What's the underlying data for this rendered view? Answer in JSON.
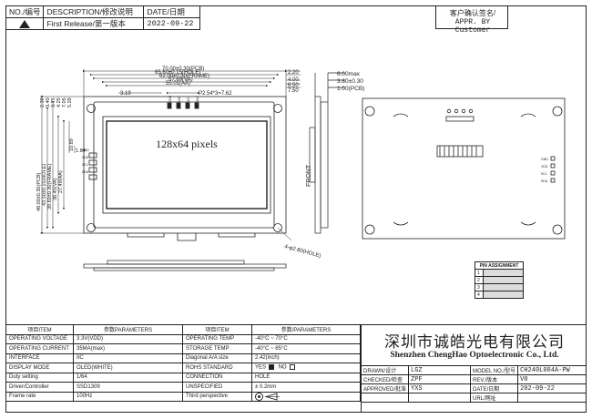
{
  "revision": {
    "headers": [
      "NO./编号",
      "DESCRIPTION/修改说明",
      "DATE/日期"
    ],
    "row": {
      "no": "",
      "description": "First Release/第一版本",
      "date": "2022-09-22"
    }
  },
  "approval": {
    "line1": "客户确认签名/",
    "line2": "APPR. BY Customer"
  },
  "drawing": {
    "panel_text": "128x64 pixels",
    "dims_top": [
      "70.00±0.30(PCB)",
      "65.60±0.15(HOLE)",
      "62.00±0.30(FRAME)",
      "57.69(VA)",
      "55.01(AA)"
    ],
    "pitch_label": "P2.54*3=7.62",
    "dim_left_small": "3.19",
    "dims_right": [
      "2.20",
      "4.00",
      "6.50",
      "7.50"
    ],
    "dims_left": [
      "48.00±0.30(PCB)",
      "43.50±0.15(HOLE)",
      "39.60±0.30(FRAME)",
      "38.45(VA)",
      "27.49(AA)"
    ],
    "dims_left_small": [
      "2.39",
      "3.40",
      "3.75",
      "4.25",
      "7.05",
      "5.28"
    ],
    "dim_1089": "10.89",
    "dim_184": "1.84",
    "hole_label": "4-φ2.80(HOLE)",
    "side_dims": [
      "6.00max",
      "3.80±0.30",
      "1.00(PCB)"
    ],
    "front_label": "FRONT",
    "pins": [
      "GND",
      "VDD",
      "SCL",
      "SDA"
    ]
  },
  "pin_assignment": {
    "title": "PIN ASSIGNMENT",
    "rows": [
      "1",
      "2",
      "3",
      "4"
    ]
  },
  "params": {
    "headers": [
      "项目ITEM",
      "参数PARAMETERS",
      "项目ITEM",
      "参数/PARAMETERS"
    ],
    "rows": [
      {
        "item1": "OPERATING VOLTAGE",
        "val1": "3.3V(VDD)",
        "item2": "OPERATING TEMP",
        "val2": "-40°C ~ 70°C"
      },
      {
        "item1": "OPERATING CURRENT",
        "val1": "35MA(max)",
        "item2": "STORAGE TEMP",
        "val2": "-40°C ~ 85°C"
      },
      {
        "item1": "INTERFACE",
        "val1": "IIC",
        "item2": "Diagonal A/A size",
        "val2": "2.42(inch)"
      },
      {
        "item1": "DISPLAY MODE",
        "val1": "OLED(WHITE)",
        "item2": "ROHS STANDARD",
        "val2": ""
      },
      {
        "item1": "Duty setting",
        "val1": "1/64",
        "item2": "CONNECTION",
        "val2": "HOLE"
      },
      {
        "item1": "Driver/Controller",
        "val1": "SSD1309",
        "item2": "UNSPECIFIED",
        "val2": "± 0.2mm"
      },
      {
        "item1": "Frame rate",
        "val1": "100Hz",
        "item2": "Third perspective",
        "val2": ""
      }
    ],
    "rohs_yes": "YES",
    "rohs_no": "NO"
  },
  "title_block": {
    "company_cn": "深圳市诚皓光电有限公司",
    "company_en": "Shenzhen ChengHao Optoelectronic Co., Ltd.",
    "drawn_label": "DRAWN/设计",
    "drawn": "LGZ",
    "checked_label": "CHECKED/检查",
    "checked": "ZPF",
    "approved_label": "APPROVED/批准",
    "approved": "YXS",
    "model_label": "MODEL NO./型号",
    "model": "CH240L004A-PW",
    "rev_label": "REV./版本",
    "rev": "V0",
    "date_label": "DATE/日期",
    "date": "202-09-22",
    "url_label": "URL/网址",
    "url": ""
  }
}
